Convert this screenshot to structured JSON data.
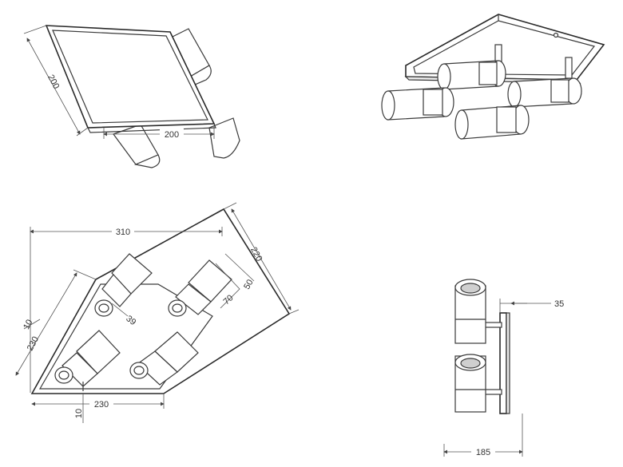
{
  "views": {
    "top_tilted": {
      "dims": {
        "side_a": "200",
        "side_b": "200"
      }
    },
    "perspective": {},
    "plan": {
      "dims": {
        "overall": "310",
        "diagonal": "220",
        "left": "230",
        "bottom": "230",
        "left_margin": "10",
        "bottom_margin": "10",
        "spot_dia": "39",
        "spot_len": "70",
        "spot_offset": "50"
      }
    },
    "side": {
      "dims": {
        "depth": "35",
        "height": "185"
      }
    }
  }
}
